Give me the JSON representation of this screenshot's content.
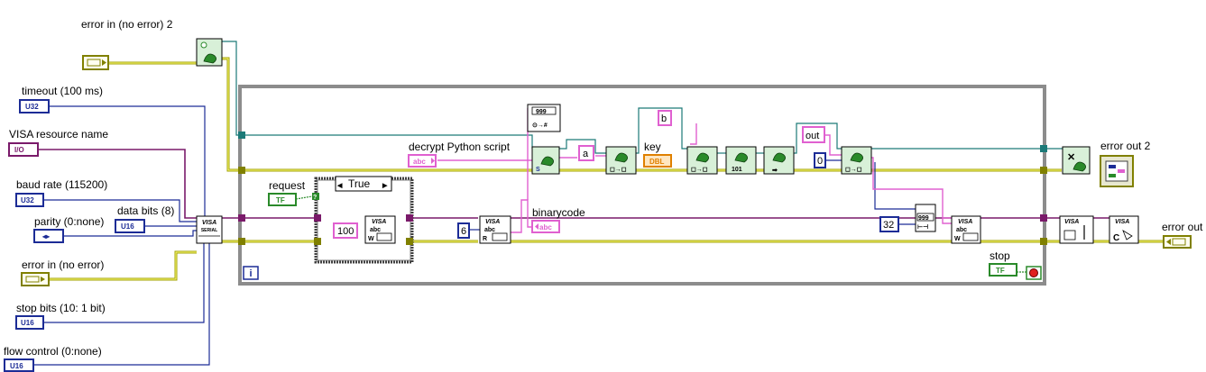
{
  "controls": {
    "error_in_2": "error in (no error) 2",
    "timeout": "timeout (100 ms)",
    "timeout_type": "U32",
    "visa_resource": "VISA resource name",
    "visa_type": "I/O",
    "baud_rate": "baud rate (115200)",
    "baud_type": "U32",
    "data_bits": "data bits (8)",
    "data_bits_type": "U16",
    "parity": "parity (0:none)",
    "error_in": "error in (no error)",
    "stop_bits": "stop bits (10: 1 bit)",
    "stop_bits_type": "U16",
    "flow_control": "flow control (0:none)",
    "flow_type": "U16",
    "request": "request",
    "request_type": "TF",
    "decrypt_script": "decrypt Python script",
    "decrypt_type": "abc",
    "key": "key",
    "key_type": "DBL",
    "stop": "stop",
    "stop_type": "TF"
  },
  "indicators": {
    "binarycode": "binarycode",
    "binarycode_type": "abc",
    "error_out": "error out",
    "error_out_2": "error out 2"
  },
  "constants": {
    "case_selector": "True",
    "write_count": "100",
    "read_count": "6",
    "const_a": "a",
    "const_b": "b",
    "const_out": "out",
    "const_zero": "0",
    "const_32": "32",
    "iteration": "i"
  },
  "nodes": {
    "visa_serial_title": "VISA",
    "visa_serial_sub": "SERIAL",
    "visa_write": "VISA",
    "visa_read": "VISA",
    "visa_write_2": "VISA",
    "visa_flush": "VISA",
    "visa_close": "VISA",
    "write_letter": "W",
    "read_letter": "R",
    "close_letter": "C",
    "abc": "abc",
    "fmt_999": "999"
  },
  "colors": {
    "wire_visa": "#7a1a6a",
    "wire_error": "#a0a000",
    "wire_int": "#1c2c96",
    "wire_string": "#e060d0",
    "wire_refnum": "#1c7a78",
    "frame_gray": "#8c8c8c",
    "error_cluster": "#808000"
  }
}
